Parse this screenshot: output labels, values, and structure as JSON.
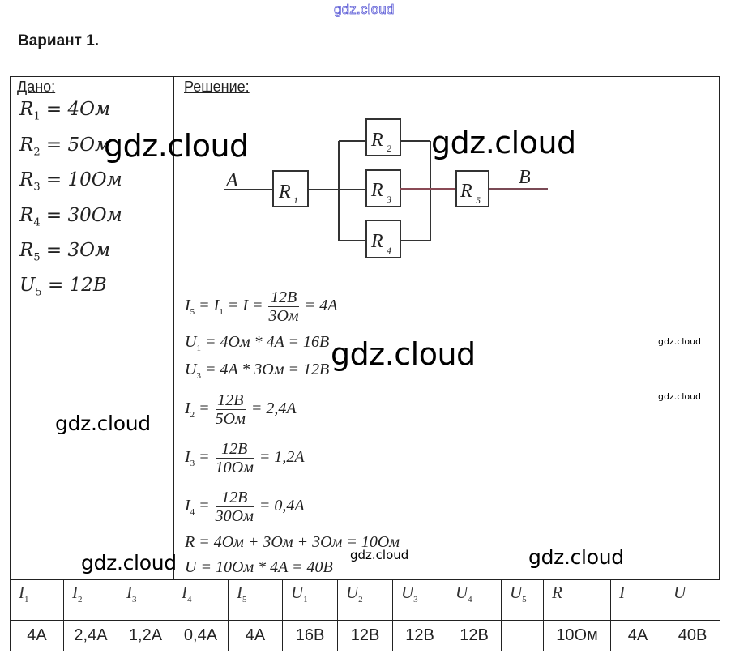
{
  "watermarks": {
    "top": "gdz.cloud",
    "overlay": "gdz.cloud"
  },
  "title": "Вариант 1.",
  "given": {
    "header": "Дано:",
    "items": [
      {
        "sym": "R",
        "sub": "1",
        "eq": " = 4Ом"
      },
      {
        "sym": "R",
        "sub": "2",
        "eq": " = 5Ом"
      },
      {
        "sym": "R",
        "sub": "3",
        "eq": " = 10Ом"
      },
      {
        "sym": "R",
        "sub": "4",
        "eq": " = 30Ом"
      },
      {
        "sym": "R",
        "sub": "5",
        "eq": " = 3Ом"
      },
      {
        "sym": "U",
        "sub": "5",
        "eq": " = 12В"
      }
    ]
  },
  "solution": {
    "header": "Решение:",
    "circuit": {
      "node_a": "A",
      "node_b": "B",
      "resistors": [
        {
          "sym": "R",
          "sub": "1"
        },
        {
          "sym": "R",
          "sub": "2"
        },
        {
          "sym": "R",
          "sub": "3"
        },
        {
          "sym": "R",
          "sub": "4"
        },
        {
          "sym": "R",
          "sub": "5"
        }
      ]
    },
    "equations": {
      "i5": {
        "lhs_a": "I",
        "sub_a": "5",
        "mid1": " = I",
        "sub_b": "1",
        "mid2": " = I = ",
        "num": "12В",
        "den": "3Ом",
        "rhs": " = 4A"
      },
      "u1": {
        "sym": "U",
        "sub": "1",
        "text": " = 4Ом * 4A = 16В"
      },
      "u3": {
        "sym": "U",
        "sub": "3",
        "text": " = 4A * 3Ом = 12В"
      },
      "i2": {
        "sym": "I",
        "sub": "2",
        "num": "12В",
        "den": "5Ом",
        "rhs": " = 2,4A"
      },
      "i3": {
        "sym": "I",
        "sub": "3",
        "num": "12В",
        "den": "10Ом",
        "rhs": " = 1,2A"
      },
      "i4": {
        "sym": "I",
        "sub": "4",
        "num": "12В",
        "den": "30Ом",
        "rhs": " = 0,4A"
      },
      "r": "R = 4Ом + 3Ом + 3Ом = 10Ом",
      "u": "U = 10Ом * 4A = 40В"
    }
  },
  "results_table": {
    "headers": [
      {
        "sym": "I",
        "sub": "1"
      },
      {
        "sym": "I",
        "sub": "2"
      },
      {
        "sym": "I",
        "sub": "3"
      },
      {
        "sym": "I",
        "sub": "4"
      },
      {
        "sym": "I",
        "sub": "5"
      },
      {
        "sym": "U",
        "sub": "1"
      },
      {
        "sym": "U",
        "sub": "2"
      },
      {
        "sym": "U",
        "sub": "3"
      },
      {
        "sym": "U",
        "sub": "4"
      },
      {
        "sym": "U",
        "sub": "5"
      },
      {
        "sym": "R",
        "sub": ""
      },
      {
        "sym": "I",
        "sub": ""
      },
      {
        "sym": "U",
        "sub": ""
      }
    ],
    "values": [
      "4A",
      "2,4A",
      "1,2A",
      "0,4A",
      "4A",
      "16В",
      "12В",
      "12В",
      "12В",
      "",
      "10Ом",
      "4A",
      "40В"
    ]
  }
}
